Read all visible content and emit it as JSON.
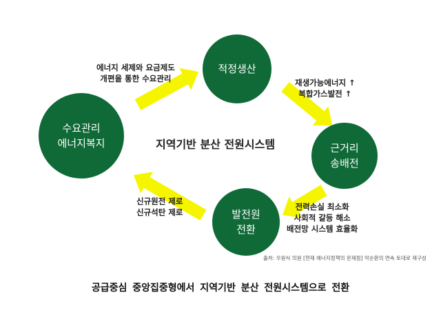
{
  "colors": {
    "circle": "#0f6a37",
    "arrow": "#f5f500"
  },
  "nodes": {
    "demand": "수요관리\n에너지복지",
    "production": "적정생산",
    "transmission": "근거리\n송배전",
    "generation": "발전원\n전환"
  },
  "labels": {
    "demand_to_production": "에너지 세제와 요금제도\n개편을 통한 수요관리",
    "production_to_transmission": "재생가능에너지 ↑\n복합가스발전 ↑",
    "transmission_to_generation": "전력손실 최소화\n사회적 갈등 해소\n배전망 시스템 효율화",
    "generation_to_demand": "신규원전 제로\n신규석탄 제로"
  },
  "center_title": "지역기반 분산 전원시스템",
  "source": "출처: 우원식 의원 [현재 에너지정책의 문제점] 악순환의 연속 토대로 재구성",
  "caption": "공급중심 중앙집중형에서 지역기반 분산 전원시스템으로 전환"
}
